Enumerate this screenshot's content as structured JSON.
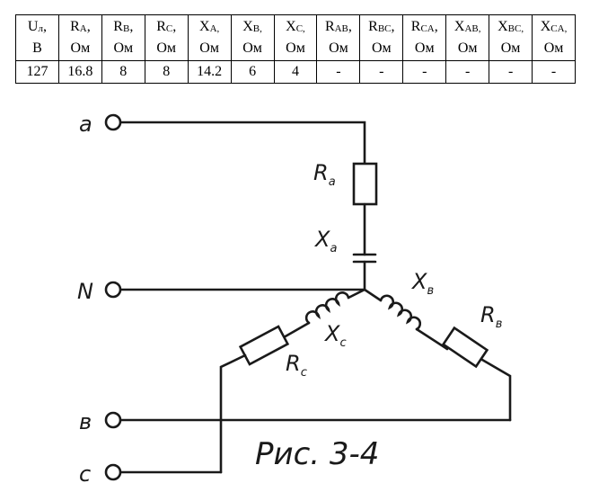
{
  "table": {
    "headers": [
      {
        "sym": "U",
        "sub": "л",
        "sep": ",",
        "unit": "В"
      },
      {
        "sym": "R",
        "sub": "A",
        "sep": ",",
        "unit": "Ом"
      },
      {
        "sym": "R",
        "sub": "B",
        "sep": ",",
        "unit": "Ом"
      },
      {
        "sym": "R",
        "sub": "C",
        "sep": ",",
        "unit": "Ом"
      },
      {
        "sym": "X",
        "sub": "A,",
        "sep": "",
        "unit": "Ом"
      },
      {
        "sym": "X",
        "sub": "B,",
        "sep": "",
        "unit": "Ом"
      },
      {
        "sym": "X",
        "sub": "C,",
        "sep": "",
        "unit": "Ом"
      },
      {
        "sym": "R",
        "sub": "AB",
        "sep": ",",
        "unit": "Ом"
      },
      {
        "sym": "R",
        "sub": "BC",
        "sep": ",",
        "unit": "Ом"
      },
      {
        "sym": "R",
        "sub": "CA",
        "sep": ",",
        "unit": "Ом"
      },
      {
        "sym": "X",
        "sub": "AB,",
        "sep": "",
        "unit": "Ом"
      },
      {
        "sym": "X",
        "sub": "BC,",
        "sep": "",
        "unit": "Ом"
      },
      {
        "sym": "X",
        "sub": "CA,",
        "sep": "",
        "unit": "Ом"
      }
    ],
    "values": [
      "127",
      "16.8",
      "8",
      "8",
      "14.2",
      "6",
      "4",
      "-",
      "-",
      "-",
      "-",
      "-",
      "-"
    ]
  },
  "circuit": {
    "terminals": [
      "a",
      "N",
      "в",
      "c"
    ],
    "components": [
      {
        "main": "R",
        "sub": "a"
      },
      {
        "main": "X",
        "sub": "a"
      },
      {
        "main": "X",
        "sub": "в"
      },
      {
        "main": "R",
        "sub": "в"
      },
      {
        "main": "X",
        "sub": "c"
      },
      {
        "main": "R",
        "sub": "c"
      }
    ],
    "caption": "Рис. 3-4"
  }
}
